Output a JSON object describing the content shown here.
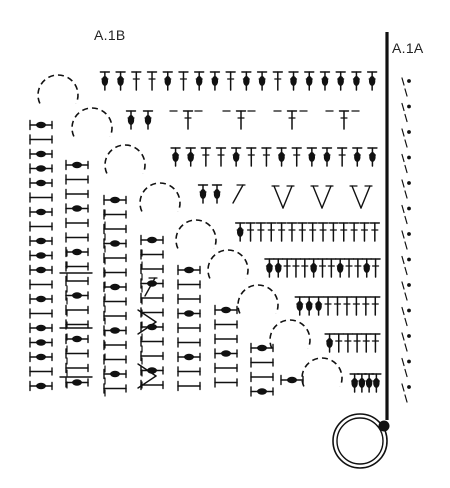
{
  "diagram": {
    "label_a1b": "A.1B",
    "label_a1a": "A.1A",
    "ink_color": "#111111",
    "background": "#ffffff",
    "symbols": [
      "chain-arc",
      "treble",
      "treble-with-dot",
      "chain-dash",
      "v-stitch",
      "picot-dot",
      "magic-ring"
    ]
  }
}
